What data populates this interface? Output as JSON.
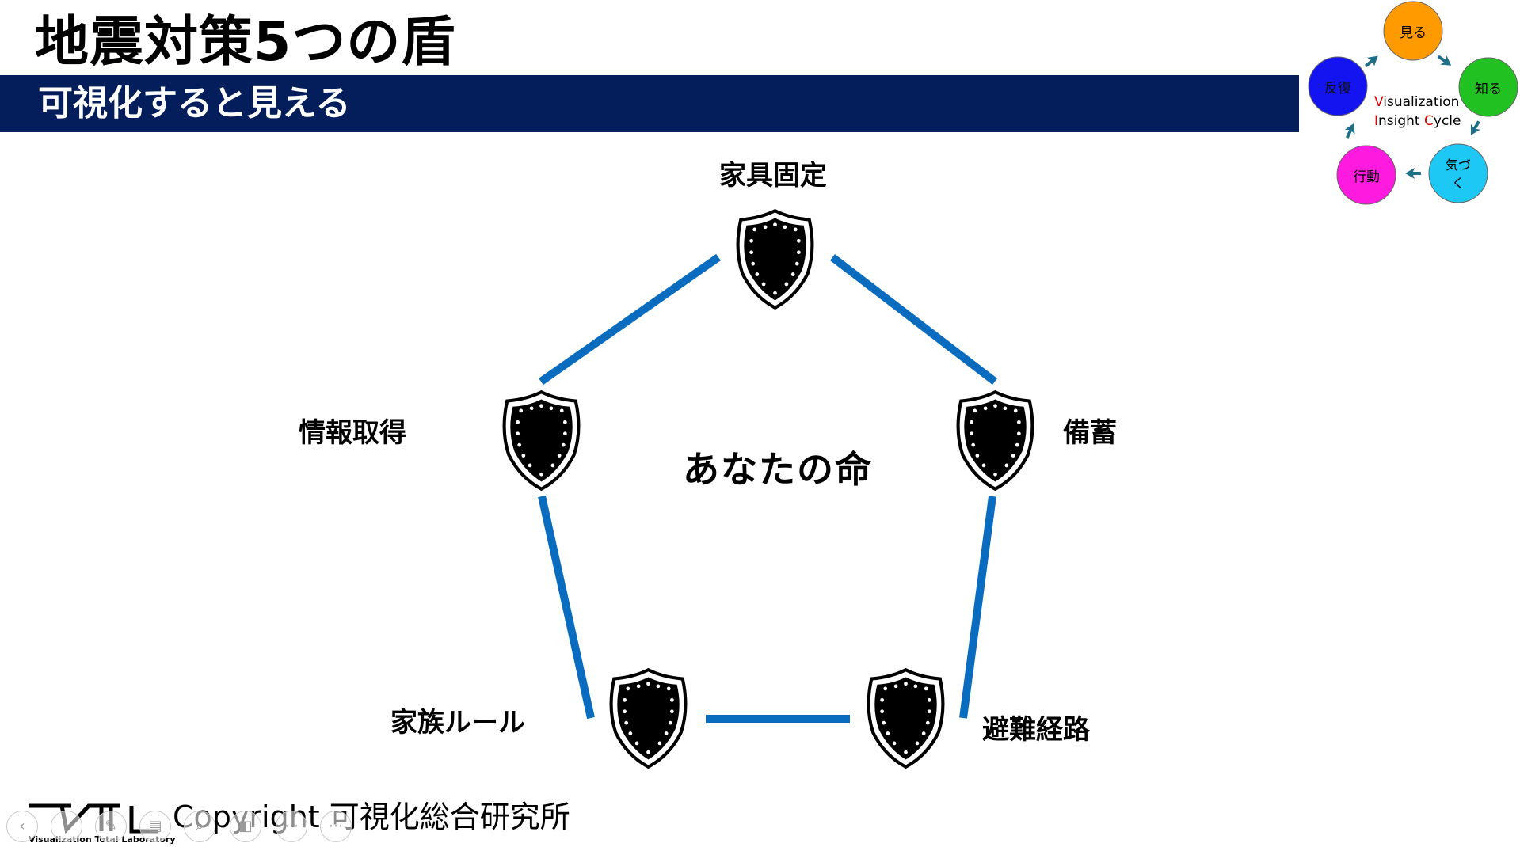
{
  "title": "地震対策5つの盾",
  "subtitle": "可視化すると見える",
  "diagram": {
    "center_label": "あなたの命",
    "shields": [
      {
        "id": "furniture",
        "label": "家具固定"
      },
      {
        "id": "stockpile",
        "label": "備蓄"
      },
      {
        "id": "evacuation",
        "label": "避難経路"
      },
      {
        "id": "family",
        "label": "家族ルール"
      },
      {
        "id": "info",
        "label": "情報取得"
      }
    ],
    "line_color": "#0a6cbf",
    "shield_icon": "shield-icon"
  },
  "cycle": {
    "caption_line1": "Visualization",
    "caption_line2": "Insight Cycle",
    "caption_highlight_color": "#e00000",
    "nodes": [
      {
        "label": "見る",
        "color": "#ff9a00"
      },
      {
        "label": "知る",
        "color": "#22c122"
      },
      {
        "label": "気づく",
        "color": "#1ec8f4"
      },
      {
        "label": "行動",
        "color": "#ff1ae0"
      },
      {
        "label": "反復",
        "color": "#1414f0"
      }
    ],
    "arrow_color": "#1f6e88"
  },
  "footer": {
    "logo_text": "VTL",
    "logo_subtext": "Visualization Total Laboratory",
    "copyright": "Copyright 可視化総合研究所"
  },
  "controls": [
    {
      "icon": "prev-icon",
      "glyph": "‹"
    },
    {
      "icon": "next-icon",
      "glyph": "›"
    },
    {
      "icon": "pen-icon",
      "glyph": "✎"
    },
    {
      "icon": "slides-icon",
      "glyph": "▤"
    },
    {
      "icon": "zoom-icon",
      "glyph": "⌕"
    },
    {
      "icon": "camera-icon",
      "glyph": "◧"
    },
    {
      "icon": "more-icon",
      "glyph": "⋯"
    }
  ]
}
